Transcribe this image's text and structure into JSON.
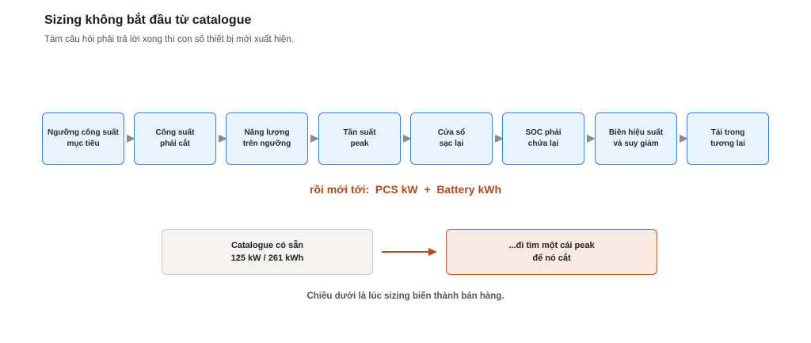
{
  "header": {
    "title": "Sizing không bắt đầu từ catalogue",
    "subtitle": "Tám câu hỏi phải trả lời xong thì con số thiết bị mới xuất hiện."
  },
  "steps": [
    {
      "label": "Ngưỡng công suất\nmục tiêu"
    },
    {
      "label": "Công suất\nphải cắt"
    },
    {
      "label": "Năng lượng\ntrên ngưỡng"
    },
    {
      "label": "Tần suất\npeak"
    },
    {
      "label": "Cửa sổ\nsạc lại"
    },
    {
      "label": "SOC phải\nchứa lại"
    },
    {
      "label": "Biên hiệu suất\nvà suy giảm"
    },
    {
      "label": "Tải trong\ntương lai"
    }
  ],
  "result": {
    "text": "rồi mới tới:  PCS kW  +  Battery kWh"
  },
  "compare": {
    "left": "Catalogue có sẵn\n125 kW / 261 kWh",
    "right": "...đi tìm một cái peak\nđể nó cắt"
  },
  "footer": {
    "text": "Chiều dưới là lúc sizing biến thành bán hàng."
  },
  "colors": {
    "step_border": "#3d7fd6",
    "step_fill": "#eaf2fd",
    "accent": "#b04a1f",
    "arrow_gray": "#8c8c8c"
  }
}
